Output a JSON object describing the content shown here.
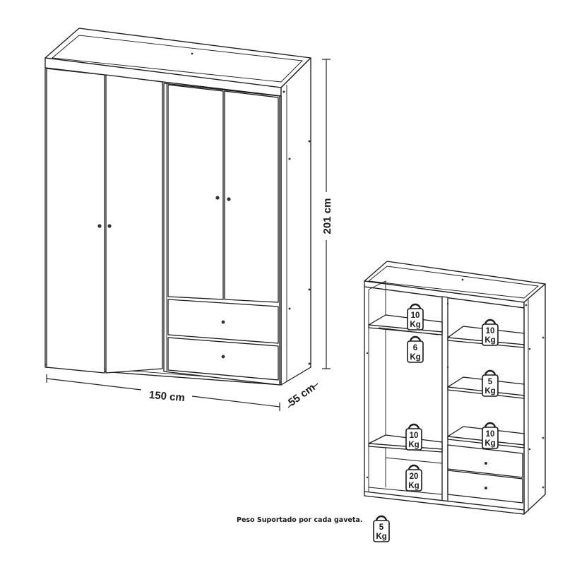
{
  "dimensions": {
    "height": "201 cm",
    "width": "150 cm",
    "depth": "55 cm"
  },
  "weights": {
    "left_shelf_top": "10",
    "hanging_rail": "6",
    "left_shelf_lower": "10",
    "left_bottom": "20",
    "right_shelf_1": "10",
    "right_shelf_2": "5",
    "right_shelf_3": "10",
    "drawer": "5",
    "unit": "Kg"
  },
  "caption": "Peso Suportado por cada gaveta."
}
